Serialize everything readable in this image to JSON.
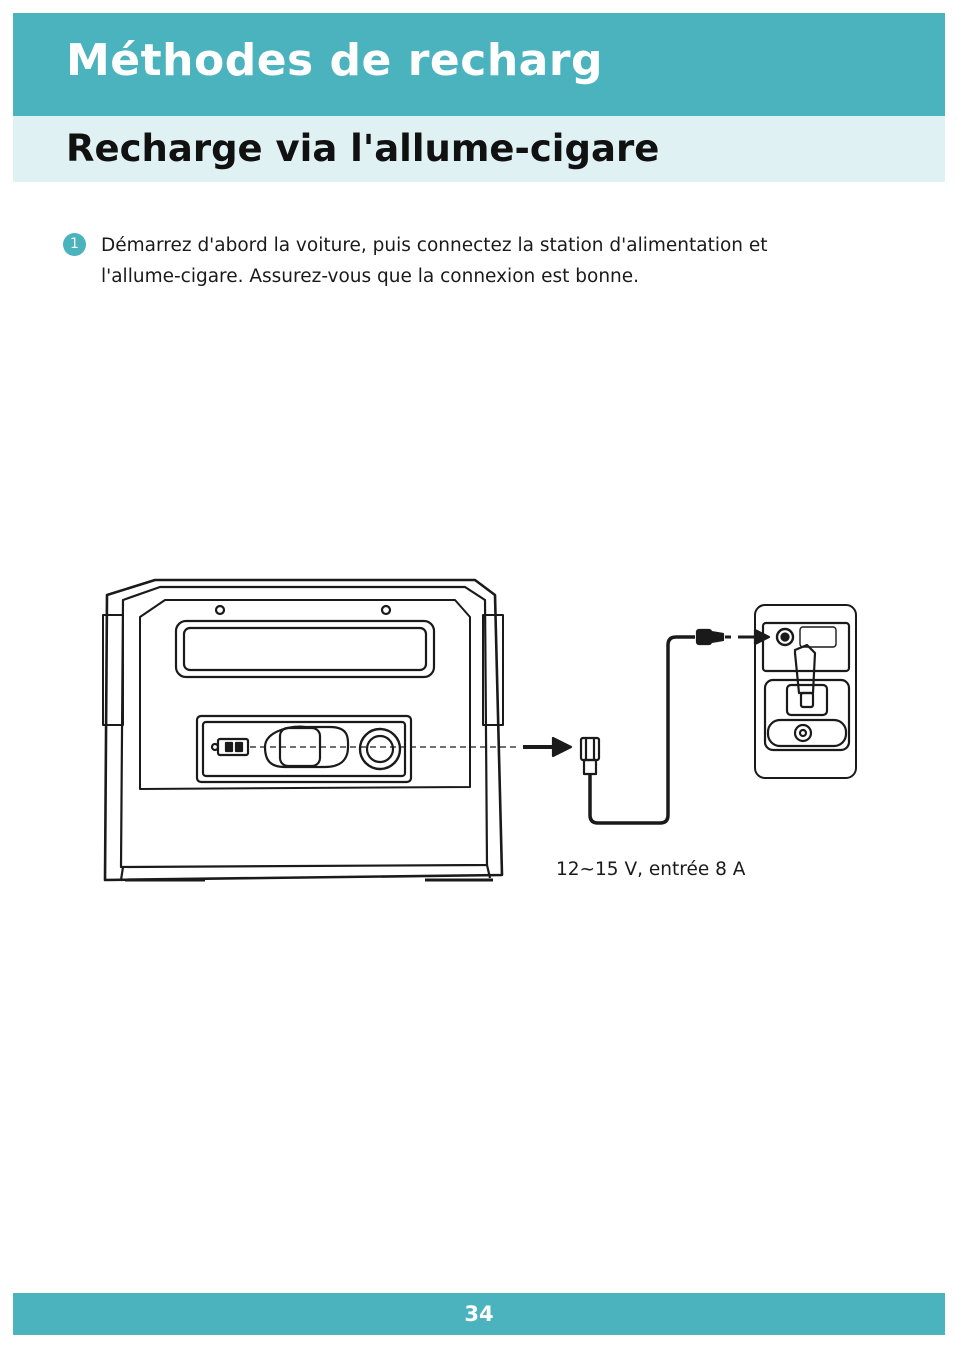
{
  "header": {
    "title": "Méthodes de recharg"
  },
  "subheader": {
    "title": "Recharge via l'allume-cigare"
  },
  "step": {
    "number": "1",
    "text": "Démarrez d'abord la voiture, puis connectez la station d'alimentation et l'allume-cigare. Assurez-vous que la connexion est bonne."
  },
  "illustration": {
    "caption": "12~15 V, entrée 8 A",
    "icons": [
      "power-station",
      "car-charging-cable",
      "arrow-right",
      "car-cigarette-socket"
    ]
  },
  "footer": {
    "page_number": "34"
  },
  "colors": {
    "accent": "#4ab3be",
    "accent_light": "#dff1f3"
  }
}
